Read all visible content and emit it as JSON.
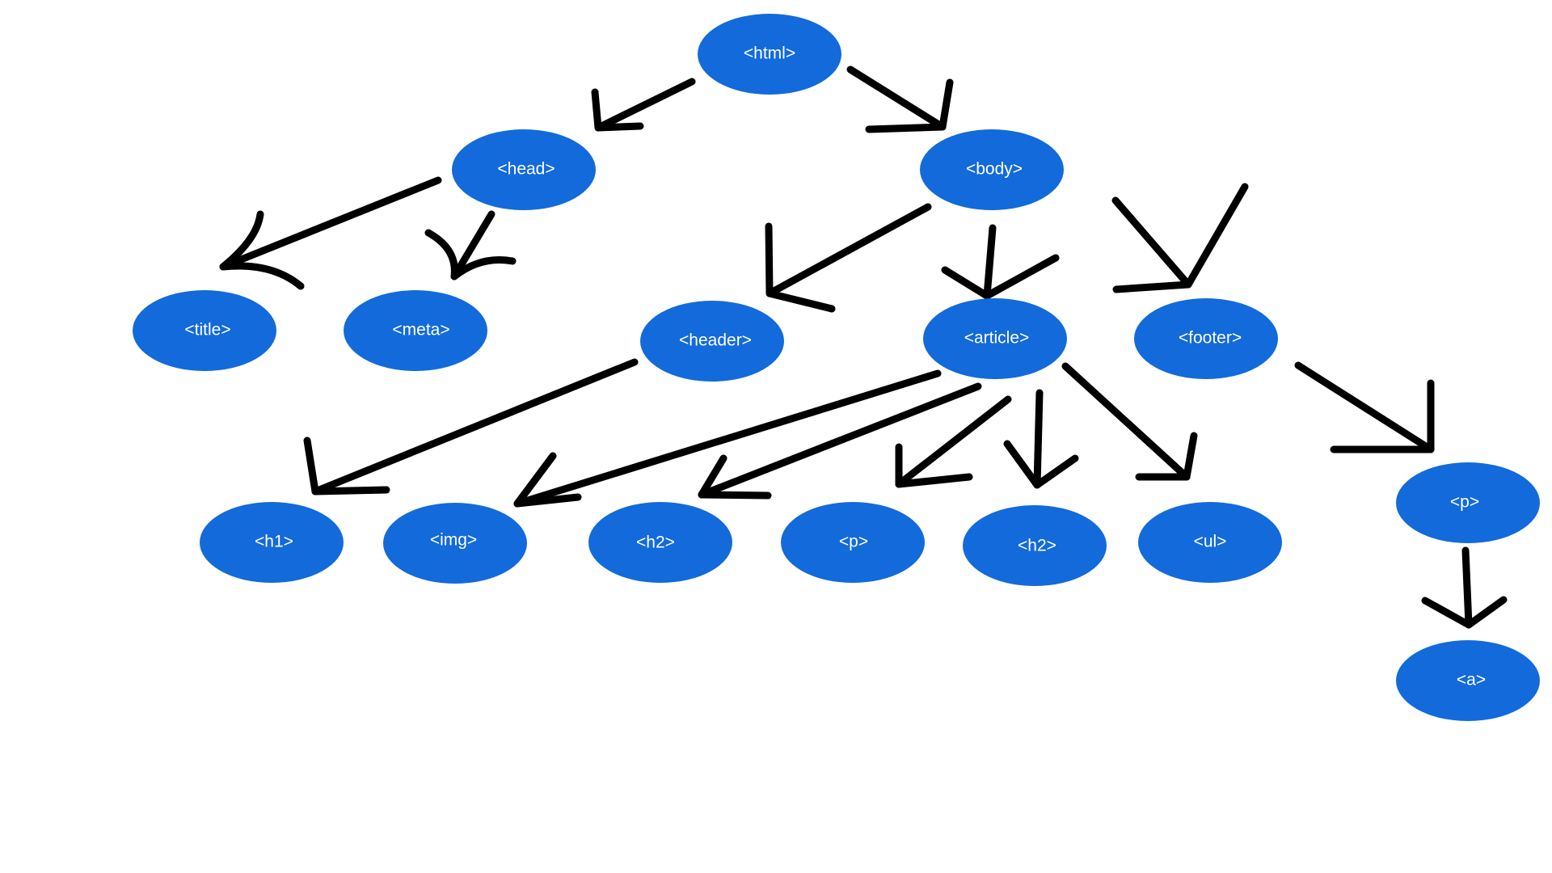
{
  "diagram": {
    "node_color": "#136ADB",
    "text_color": "#FFFFFF",
    "arrow_color": "#000000",
    "background": "#FFFFFF",
    "nodes": {
      "html": "<html>",
      "head": "<head>",
      "body": "<body>",
      "title": "<title>",
      "meta": "<meta>",
      "header": "<header>",
      "article": "<article>",
      "footer": "<footer>",
      "h1": "<h1>",
      "img": "<img>",
      "h2_a": "<h2>",
      "p_a": "<p>",
      "h2_b": "<h2>",
      "ul": "<ul>",
      "p_footer": "<p>",
      "a": "<a>"
    },
    "edges": [
      {
        "from": "html",
        "to": "head"
      },
      {
        "from": "html",
        "to": "body"
      },
      {
        "from": "head",
        "to": "title"
      },
      {
        "from": "head",
        "to": "meta"
      },
      {
        "from": "body",
        "to": "header"
      },
      {
        "from": "body",
        "to": "article"
      },
      {
        "from": "body",
        "to": "footer"
      },
      {
        "from": "header",
        "to": "h1"
      },
      {
        "from": "article",
        "to": "img"
      },
      {
        "from": "article",
        "to": "h2_a"
      },
      {
        "from": "article",
        "to": "p_a"
      },
      {
        "from": "article",
        "to": "h2_b"
      },
      {
        "from": "article",
        "to": "ul"
      },
      {
        "from": "footer",
        "to": "p_footer"
      },
      {
        "from": "p_footer",
        "to": "a"
      }
    ]
  }
}
